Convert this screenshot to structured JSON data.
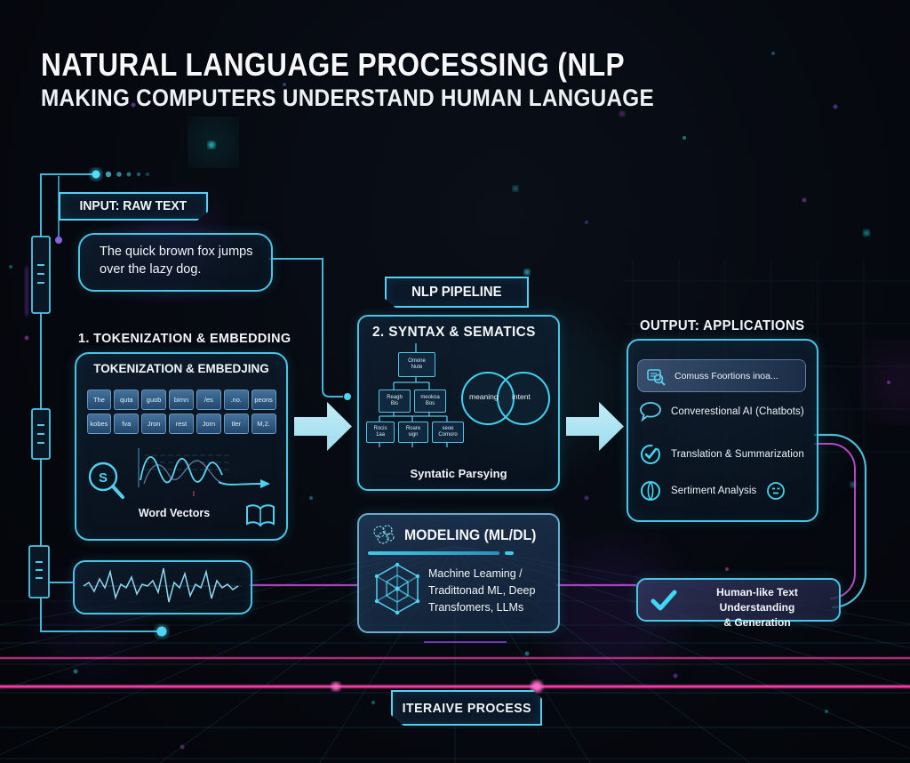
{
  "header": {
    "title": "NATURAL LANGUAGE PROCESSING (NLP",
    "subtitle": "MAKING COMPUTERS UNDERSTAND HUMAN LANGUAGE"
  },
  "input": {
    "label": "INPUT: RAW TEXT",
    "sample_text": "The quick brown fox jumps over the lazy dog."
  },
  "pipeline": {
    "label": "NLP PIPELINE"
  },
  "tokenization": {
    "heading": "1. TOKENIZATION & EMBEDDING",
    "box_title": "TOKENIZATION & EMBEDJING",
    "tokens_row1": [
      "The",
      "quta",
      "guob",
      "bimn",
      "/es",
      ".no.",
      "peons"
    ],
    "tokens_row2": [
      "kobes",
      "fva",
      "Jron",
      "rest",
      "Jorn",
      "tler",
      "M,2."
    ],
    "magnifier_glyph": "S",
    "caption": "Word Vectors"
  },
  "syntax": {
    "heading": "2. SYNTAX & SEMATICS",
    "tree_nodes": [
      "Omone\nNute",
      "Reagb\nBis",
      "meokoa\nBos",
      "Rocis\n1aa",
      "Roare\nsign",
      "seoe\nComoro"
    ],
    "venn": {
      "left": "meaning",
      "right": "intent"
    },
    "caption": "Syntatic Parsying"
  },
  "output": {
    "heading": "OUTPUT: APPLICATIONS",
    "items": [
      {
        "icon": "document-search",
        "label": "Comuss Foortions inoa..."
      },
      {
        "icon": "chat-bubble",
        "label": "Converestional AI (Chatbots)"
      },
      {
        "icon": "check-circle",
        "label": "Translation & Summarization"
      },
      {
        "icon": "globe",
        "label": "Sertiment Analysis",
        "trailing_icon": "face"
      }
    ]
  },
  "modeling": {
    "title": "MODELING (ML/DL)",
    "description": "Machine Leaming /\nTradittonad ML, Deep\nTransfomers, LLMs"
  },
  "result": {
    "label": "Human-like Text Understanding\n& Generation"
  },
  "footer": {
    "label": "ITERAIVE PROCESS"
  },
  "colors": {
    "accent_cyan": "#4fd0ee",
    "magenta": "#cf4fd8",
    "pink_line": "#ff3fae",
    "arrow": "#a9e2f3",
    "background": "#05070b"
  }
}
